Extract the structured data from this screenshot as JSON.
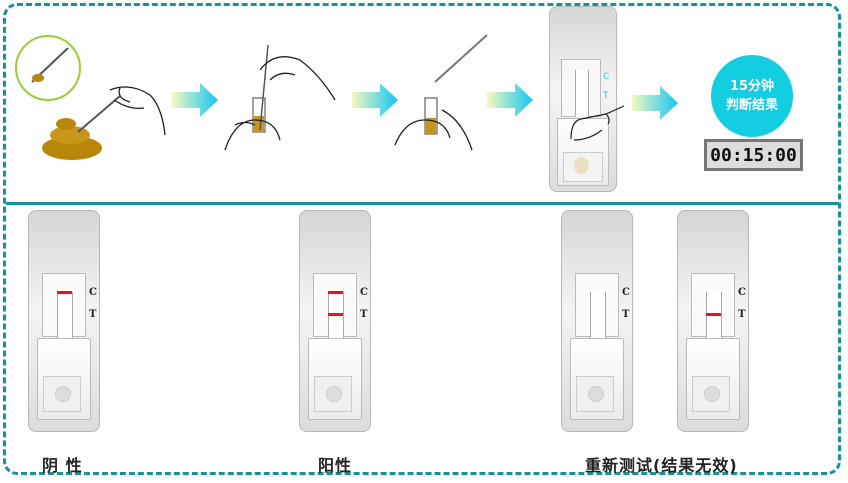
{
  "colors": {
    "border": "#16939a",
    "accent": "#13cde0",
    "line": "#e8141c",
    "stool": "#b8860b"
  },
  "steps": {
    "timer_circle": {
      "line1": "15分钟",
      "line2": "判断结果"
    },
    "timer_display": "00:15:00",
    "sample_cassette": {
      "labels": [
        "C",
        "T"
      ]
    }
  },
  "results": [
    {
      "label": "阴 性",
      "lines": [
        "C"
      ],
      "markers": [
        "C",
        "T"
      ]
    },
    {
      "label": "阳性",
      "lines": [
        "C",
        "T"
      ],
      "markers": [
        "C",
        "T"
      ]
    },
    {
      "label": "重新测试(结果无效)",
      "lines": [],
      "markers": [
        "C",
        "T"
      ]
    },
    {
      "label": "",
      "lines": [
        "T"
      ],
      "markers": [
        "C",
        "T"
      ]
    }
  ]
}
